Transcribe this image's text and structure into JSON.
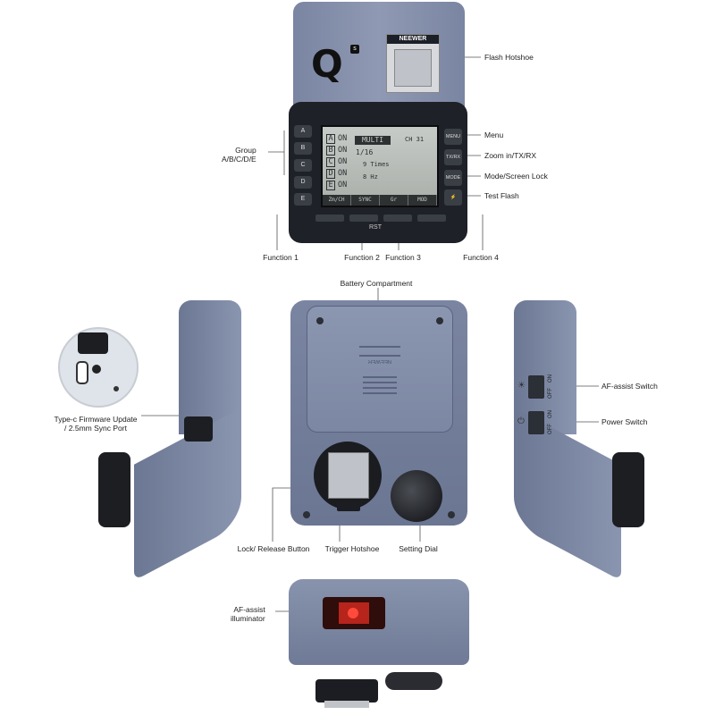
{
  "top_view": {
    "brand": "NEEWER",
    "model_mark": "Q",
    "model_superscript": "s",
    "labels": {
      "flash_hotshoe": "Flash Hotshoe",
      "menu": "Menu",
      "zoom": "Zoom in/TX/RX",
      "mode": "Mode/Screen Lock",
      "test_flash": "Test Flash",
      "group": "Group\nA/B/C/D/E",
      "function_1": "Function 1",
      "function_2": "Function 2",
      "function_3": "Function 3",
      "function_4": "Function 4"
    },
    "group_buttons": [
      "A",
      "B",
      "C",
      "D",
      "E"
    ],
    "right_buttons": [
      "MENU",
      "TX/RX",
      "MODE",
      ""
    ],
    "rst_label": "RST",
    "lcd": {
      "rows": [
        {
          "group": "A",
          "state": "ON"
        },
        {
          "group": "B",
          "state": "ON"
        },
        {
          "group": "C",
          "state": "ON"
        },
        {
          "group": "D",
          "state": "ON"
        },
        {
          "group": "E",
          "state": "ON"
        }
      ],
      "mode": "MULTI",
      "power": "1/16",
      "times": "9 Times",
      "hz": "8 Hz",
      "channel": "CH 31",
      "footer": [
        "Zm/CH",
        "SYNC",
        "Gr",
        "MOD"
      ]
    }
  },
  "back_view": {
    "labels": {
      "battery_compartment": "Battery Compartment",
      "lock_release": "Lock/ Release Button",
      "trigger_hotshoe": "Trigger Hotshoe",
      "setting_dial": "Setting Dial"
    },
    "battery_door_text": "NEEWER"
  },
  "left_view": {
    "labels": {
      "type_c": "Type-c Firmware Update\n/ 2.5mm Sync Port"
    }
  },
  "right_view": {
    "labels": {
      "af_assist_switch": "AF-assist Switch",
      "power_switch": "Power Switch"
    },
    "switch_text_on": "ON",
    "switch_text_off": "OFF"
  },
  "front_view": {
    "labels": {
      "af_illuminator": "AF-assist\nilluminator"
    }
  },
  "colors": {
    "body": "#7a85a2",
    "panel": "#1e2127",
    "lcd": "#b9beb9",
    "af_red": "#b6241c"
  }
}
